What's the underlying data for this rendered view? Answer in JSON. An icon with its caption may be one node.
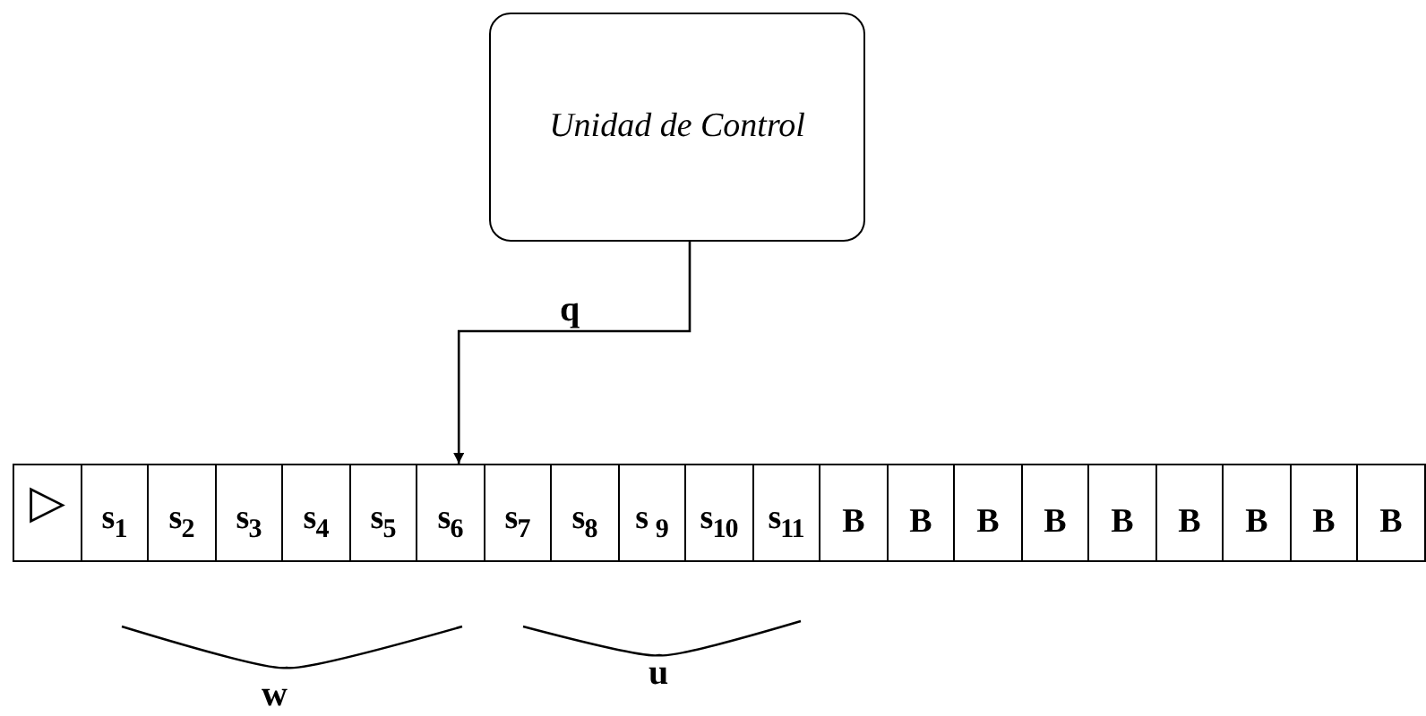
{
  "diagram": {
    "nodes": [
      {
        "text": [
          "Unidad de Control"
        ]
      },
      {
        "text": [
          "▷"
        ]
      },
      {
        "text": [
          "s$_{1}$"
        ]
      },
      {
        "text": [
          "s$_{2}$"
        ]
      },
      {
        "text": [
          "s$_{3}$"
        ]
      },
      {
        "text": [
          "s$_{4}$"
        ]
      },
      {
        "text": [
          "s$_{5}$"
        ]
      },
      {
        "text": [
          "s$_{6}$"
        ]
      },
      {
        "text": [
          "s$_{7}$"
        ]
      },
      {
        "text": [
          "s$_{8}$"
        ]
      },
      {
        "text": [
          "s $_{9}$"
        ]
      },
      {
        "text": [
          "s$_{10}$"
        ]
      },
      {
        "text": [
          "s$_{11}$"
        ]
      },
      {
        "text": [
          "B"
        ]
      },
      {
        "text": [
          "B"
        ]
      },
      {
        "text": [
          "B"
        ]
      },
      {
        "text": [
          "B"
        ]
      },
      {
        "text": [
          "B"
        ]
      },
      {
        "text": [
          "B"
        ]
      },
      {
        "text": [
          "B"
        ]
      },
      {
        "text": [
          "B"
        ]
      },
      {
        "text": [
          "B"
        ]
      }
    ],
    "edges": [
      {
        "from": 0,
        "to": 7,
        "arrow": "to",
        "label": "q"
      }
    ],
    "labels": [
      "w",
      "u"
    ]
  }
}
